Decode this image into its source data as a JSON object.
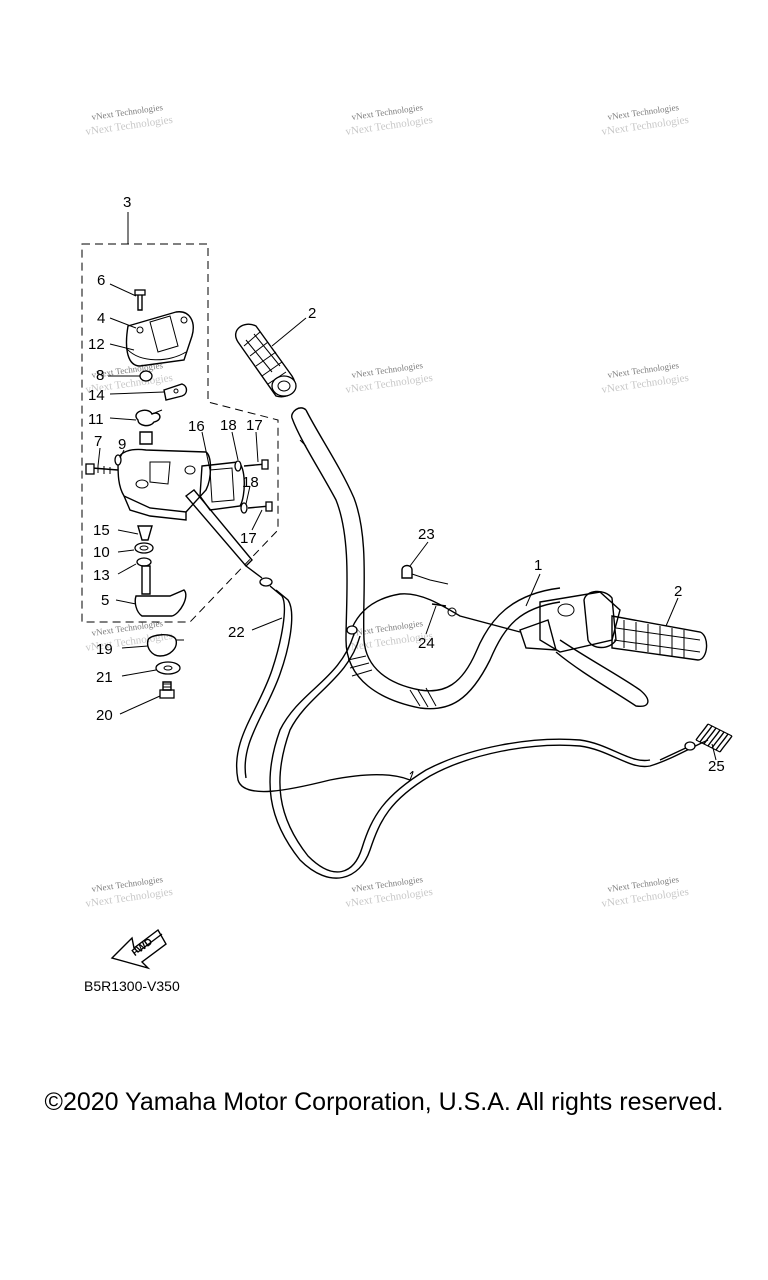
{
  "watermark": {
    "text": "vNext Technologies"
  },
  "callouts": [
    {
      "id": "c1",
      "label": "1"
    },
    {
      "id": "c2a",
      "label": "2"
    },
    {
      "id": "c2b",
      "label": "2"
    },
    {
      "id": "c3",
      "label": "3"
    },
    {
      "id": "c4",
      "label": "4"
    },
    {
      "id": "c5",
      "label": "5"
    },
    {
      "id": "c6",
      "label": "6"
    },
    {
      "id": "c7",
      "label": "7"
    },
    {
      "id": "c8",
      "label": "8"
    },
    {
      "id": "c9",
      "label": "9"
    },
    {
      "id": "c10",
      "label": "10"
    },
    {
      "id": "c11",
      "label": "11"
    },
    {
      "id": "c12",
      "label": "12"
    },
    {
      "id": "c13",
      "label": "13"
    },
    {
      "id": "c14",
      "label": "14"
    },
    {
      "id": "c15",
      "label": "15"
    },
    {
      "id": "c16",
      "label": "16"
    },
    {
      "id": "c17a",
      "label": "17"
    },
    {
      "id": "c17b",
      "label": "17"
    },
    {
      "id": "c18a",
      "label": "18"
    },
    {
      "id": "c18b",
      "label": "18"
    },
    {
      "id": "c19",
      "label": "19"
    },
    {
      "id": "c20",
      "label": "20"
    },
    {
      "id": "c21",
      "label": "21"
    },
    {
      "id": "c22",
      "label": "22"
    },
    {
      "id": "c23",
      "label": "23"
    },
    {
      "id": "c24",
      "label": "24"
    },
    {
      "id": "c25",
      "label": "25"
    }
  ],
  "fwd_label": "FWD",
  "diagram_code": "B5R1300-V350",
  "copyright": "©2020 Yamaha Motor Corporation, U.S.A. All rights reserved."
}
